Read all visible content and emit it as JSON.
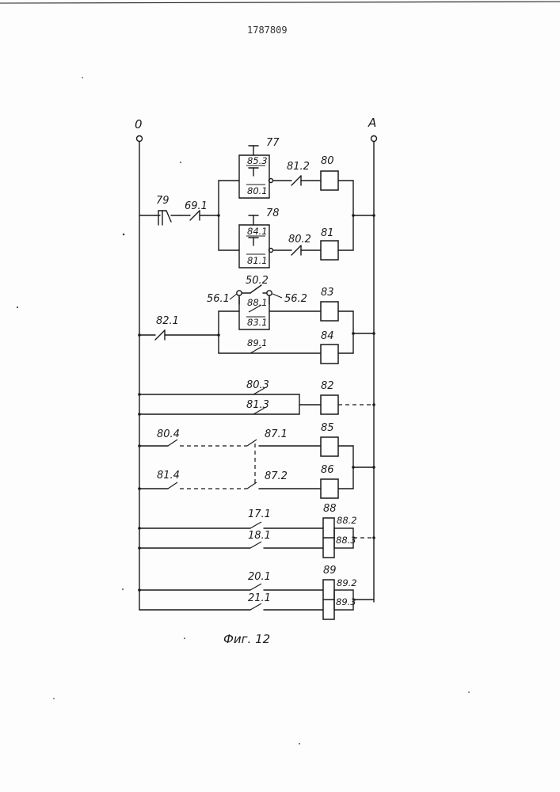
{
  "document_number": "1787809",
  "figure_caption": "Фиг. 12",
  "rail_left_label": "0",
  "rail_right_label": "A",
  "buttons": {
    "b77": "77",
    "b78": "78",
    "b79": "79"
  },
  "contacts": {
    "c85_3": "85.3",
    "c80_1": "80.1",
    "c81_2": "81.2",
    "c69_1": "69.1",
    "c84_1": "84.1",
    "c81_1": "81.1",
    "c80_2": "80.2",
    "c50_2": "50.2",
    "c56_1": "56.1",
    "c56_2": "56.2",
    "c88_1": "88.1",
    "c83_1": "83.1",
    "c89_1": "89.1",
    "c82_1": "82.1",
    "c80_3": "80.3",
    "c81_3": "81.3",
    "c80_4": "80.4",
    "c87_1": "87.1",
    "c81_4": "81.4",
    "c87_2": "87.2",
    "c17_1": "17.1",
    "c18_1": "18.1",
    "c20_1": "20.1",
    "c21_1": "21.1",
    "c88_2": "88.2",
    "c88_3": "88.3",
    "c89_2": "89.2",
    "c89_3": "89.3"
  },
  "coils": {
    "k80": "80",
    "k81": "81",
    "k83": "83",
    "k84": "84",
    "k82": "82",
    "k85": "85",
    "k86": "86",
    "k88": "88",
    "k89": "89"
  }
}
